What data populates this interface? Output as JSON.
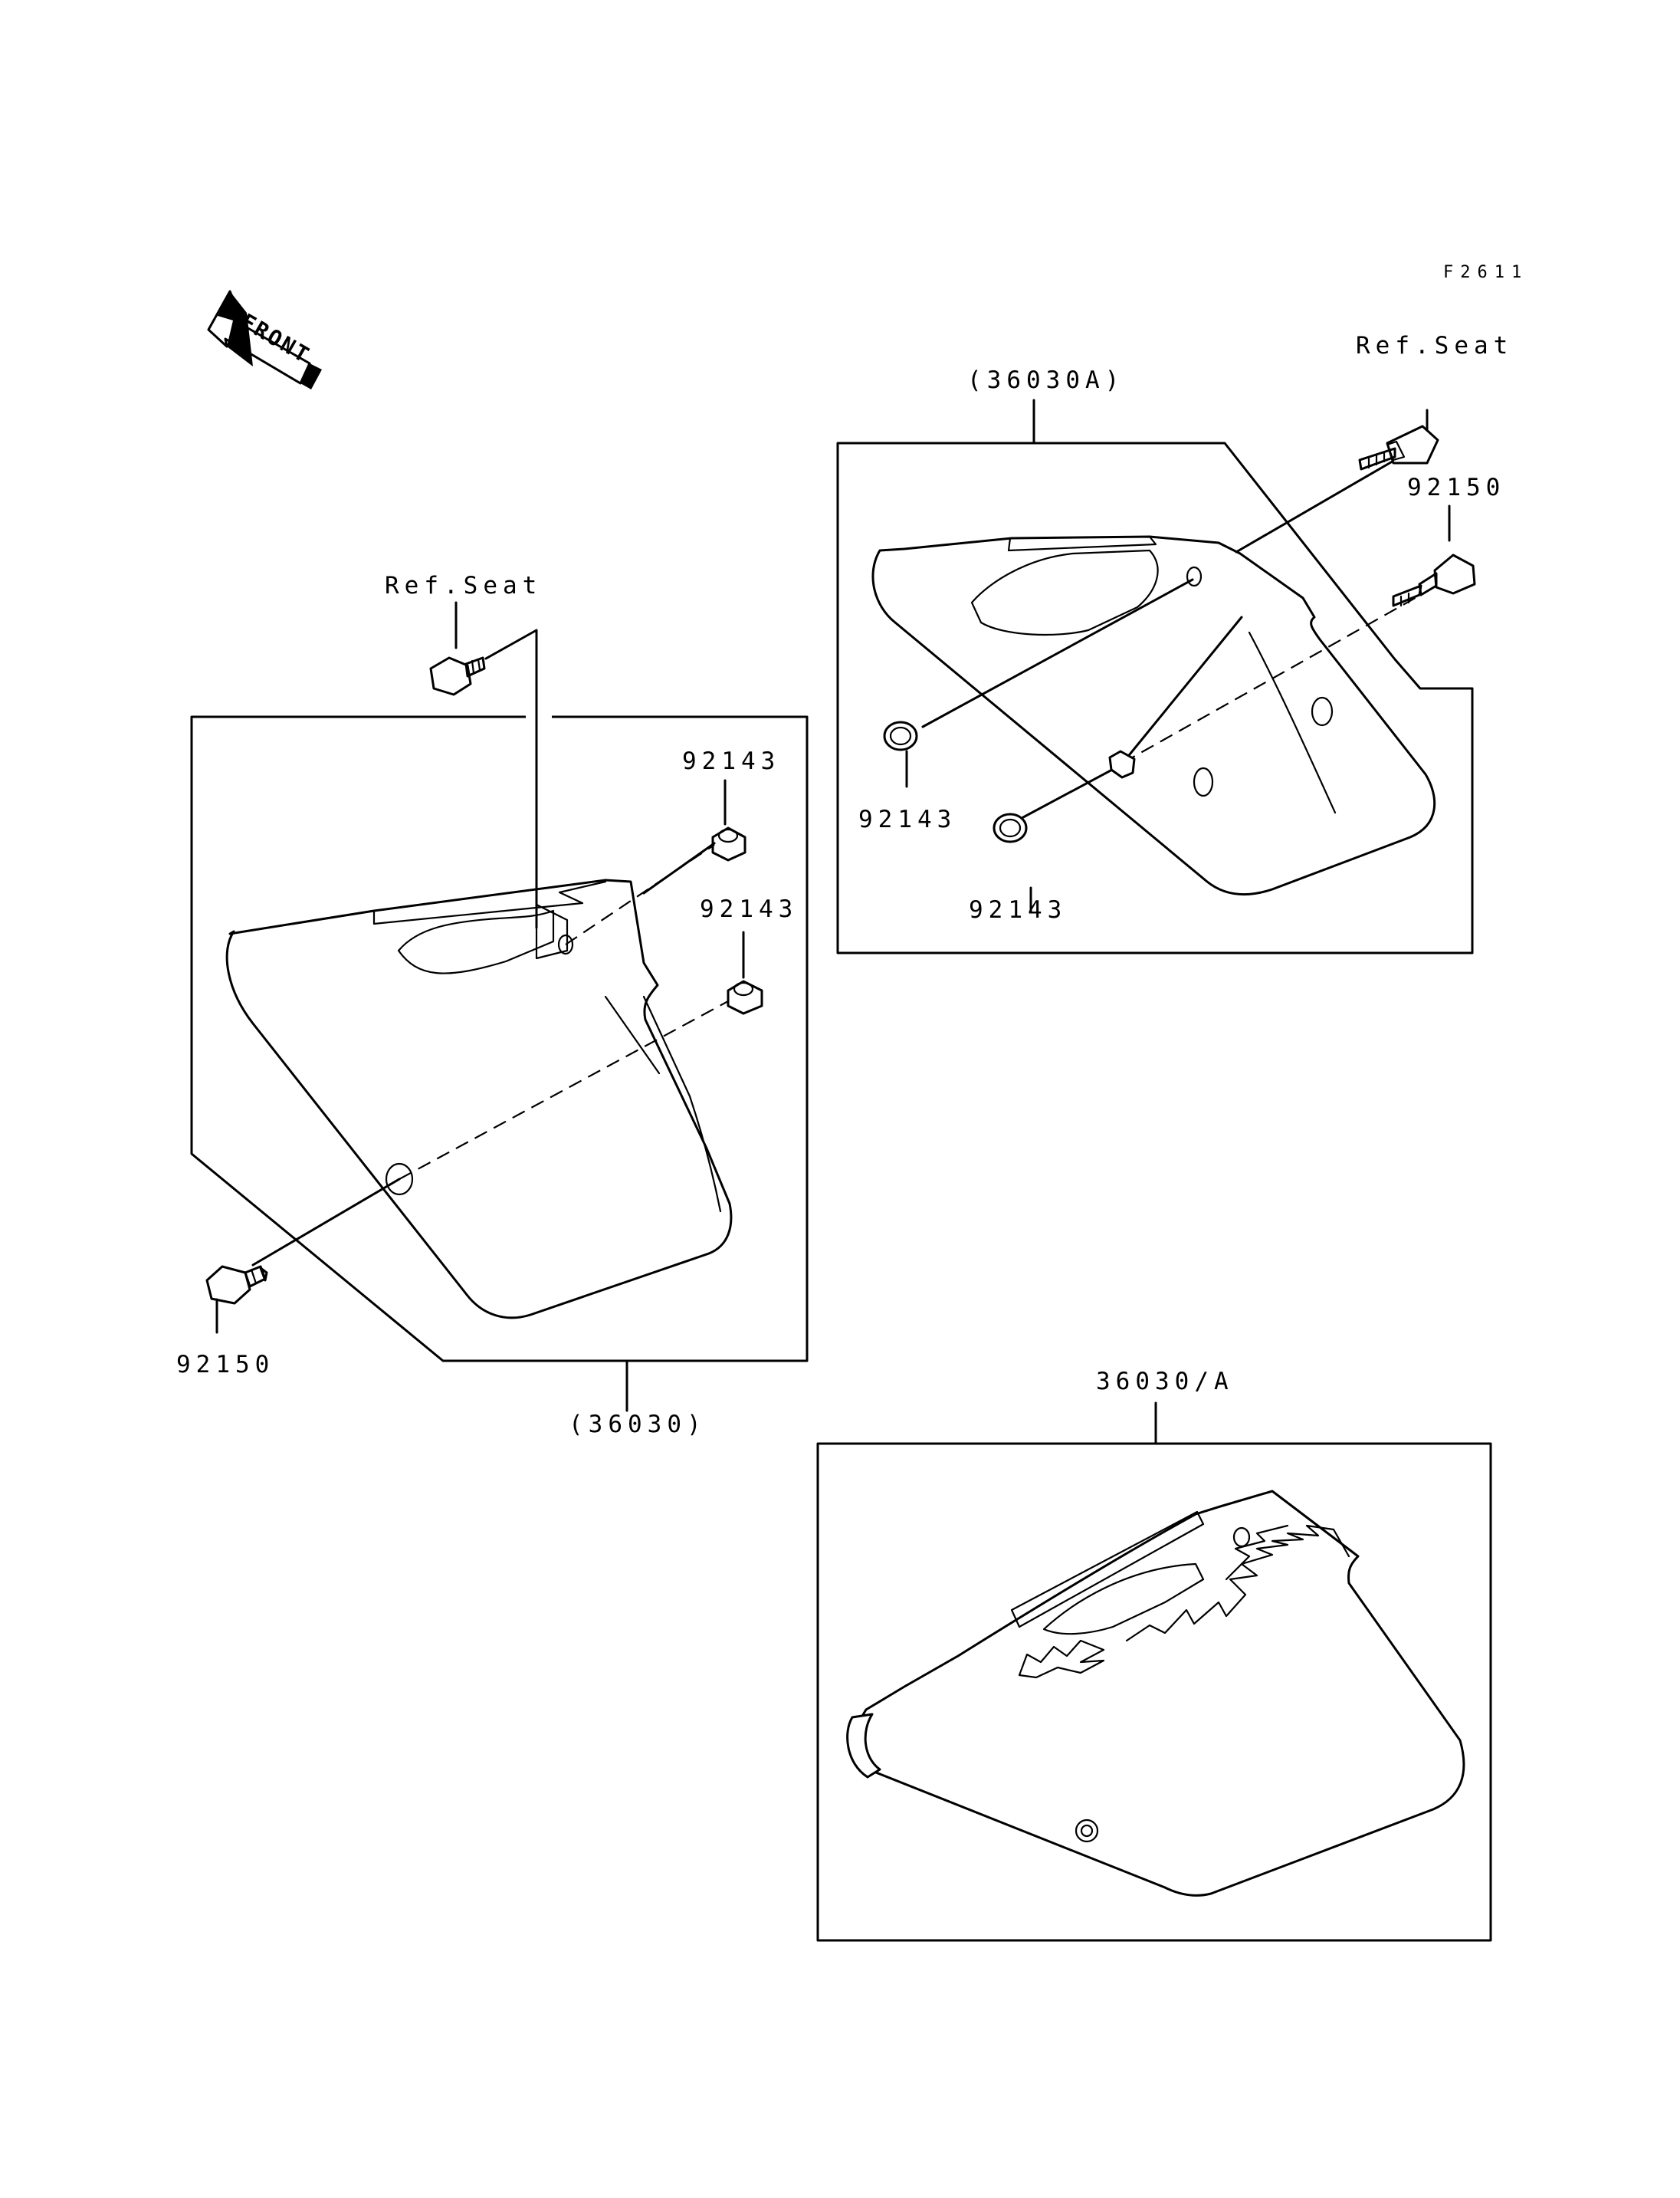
{
  "figure_code": "F2611",
  "front_label": "FRONT",
  "group_right": {
    "kit_label": "(36030A)",
    "ref_seat": "Ref.Seat",
    "bolt": "92150",
    "collar_upper": "92143",
    "collar_lower": "92143"
  },
  "group_left": {
    "kit_label": "(36030)",
    "ref_seat": "Ref.Seat",
    "collar_upper": "92143",
    "collar_lower": "92143",
    "bolt": "92150"
  },
  "group_bottom": {
    "kit_label": "36030/A"
  }
}
